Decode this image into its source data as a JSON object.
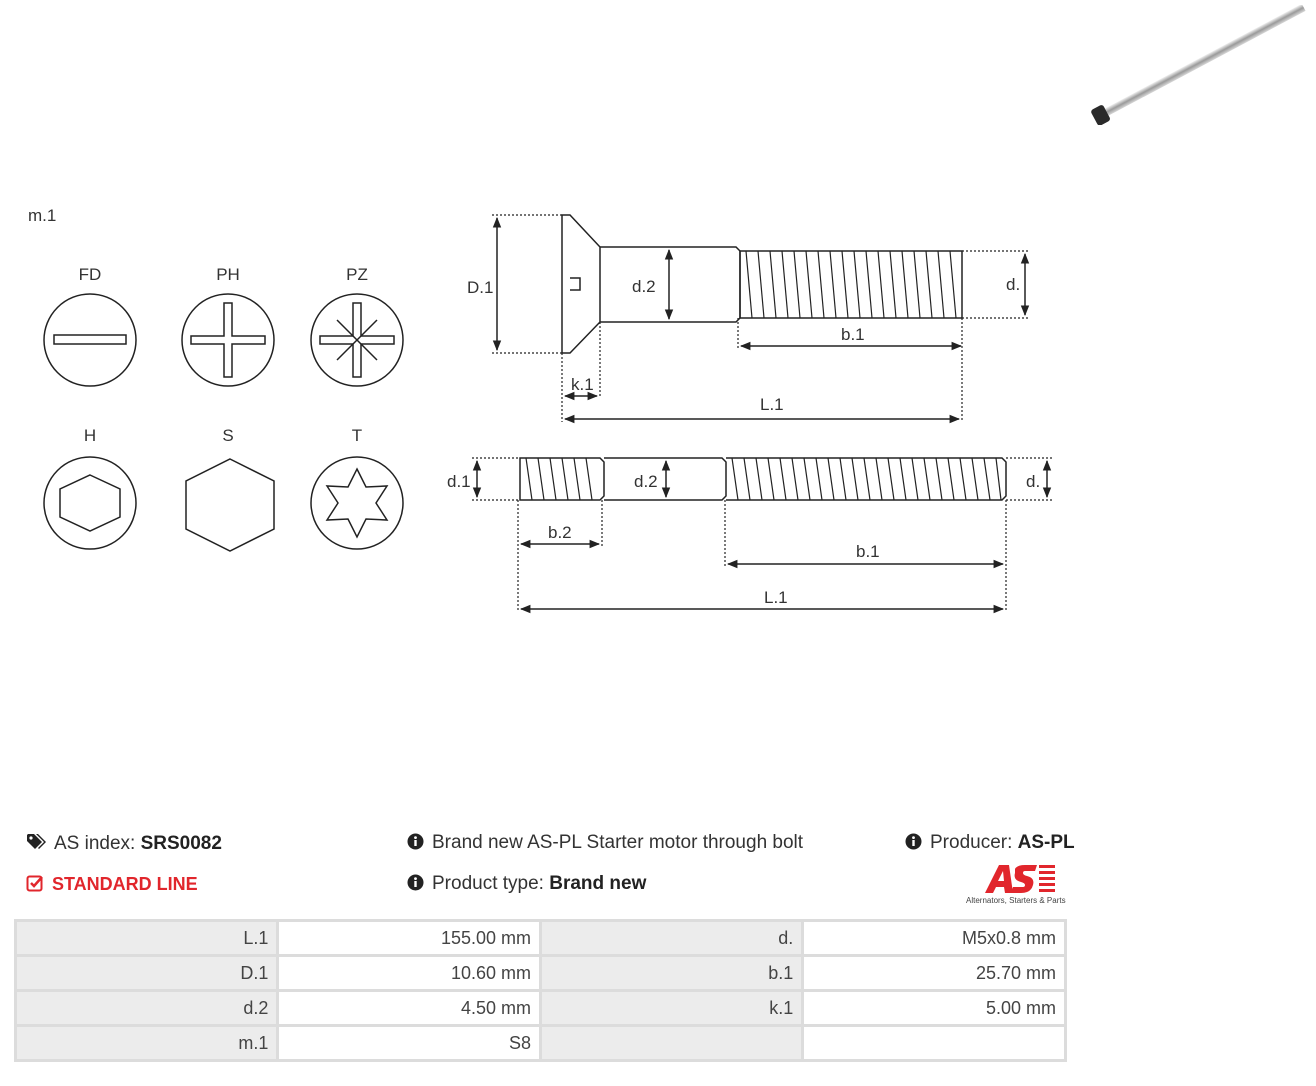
{
  "diagram": {
    "m_label": "m.1",
    "drive_types": [
      {
        "code": "FD"
      },
      {
        "code": "PH"
      },
      {
        "code": "PZ"
      },
      {
        "code": "H"
      },
      {
        "code": "S"
      },
      {
        "code": "T"
      }
    ],
    "bolt_labels": {
      "D1": "D.1",
      "d2": "d.2",
      "d": "d.",
      "b1": "b.1",
      "k1": "k.1",
      "L1": "L.1",
      "d1": "d.1",
      "b2": "b.2"
    }
  },
  "info": {
    "as_index_label": "AS index:",
    "as_index_value": "SRS0082",
    "standard_line": "STANDARD LINE",
    "description": "Brand new AS-PL Starter motor through bolt",
    "product_type_label": "Product type:",
    "product_type_value": "Brand new",
    "producer_label": "Producer:",
    "producer_value": "AS-PL",
    "logo_tagline": "Alternators, Starters & Parts"
  },
  "specs": [
    {
      "k1": "L.1",
      "v1": "155.00 mm",
      "k2": "d.",
      "v2": "M5x0.8 mm"
    },
    {
      "k1": "D.1",
      "v1": "10.60 mm",
      "k2": "b.1",
      "v2": "25.70 mm"
    },
    {
      "k1": "d.2",
      "v1": "4.50 mm",
      "k2": "k.1",
      "v2": "5.00 mm"
    },
    {
      "k1": "m.1",
      "v1": "S8",
      "k2": "",
      "v2": ""
    }
  ],
  "colors": {
    "accent": "#e1262c",
    "table_header": "#ececec",
    "border": "#dcdcdc"
  }
}
